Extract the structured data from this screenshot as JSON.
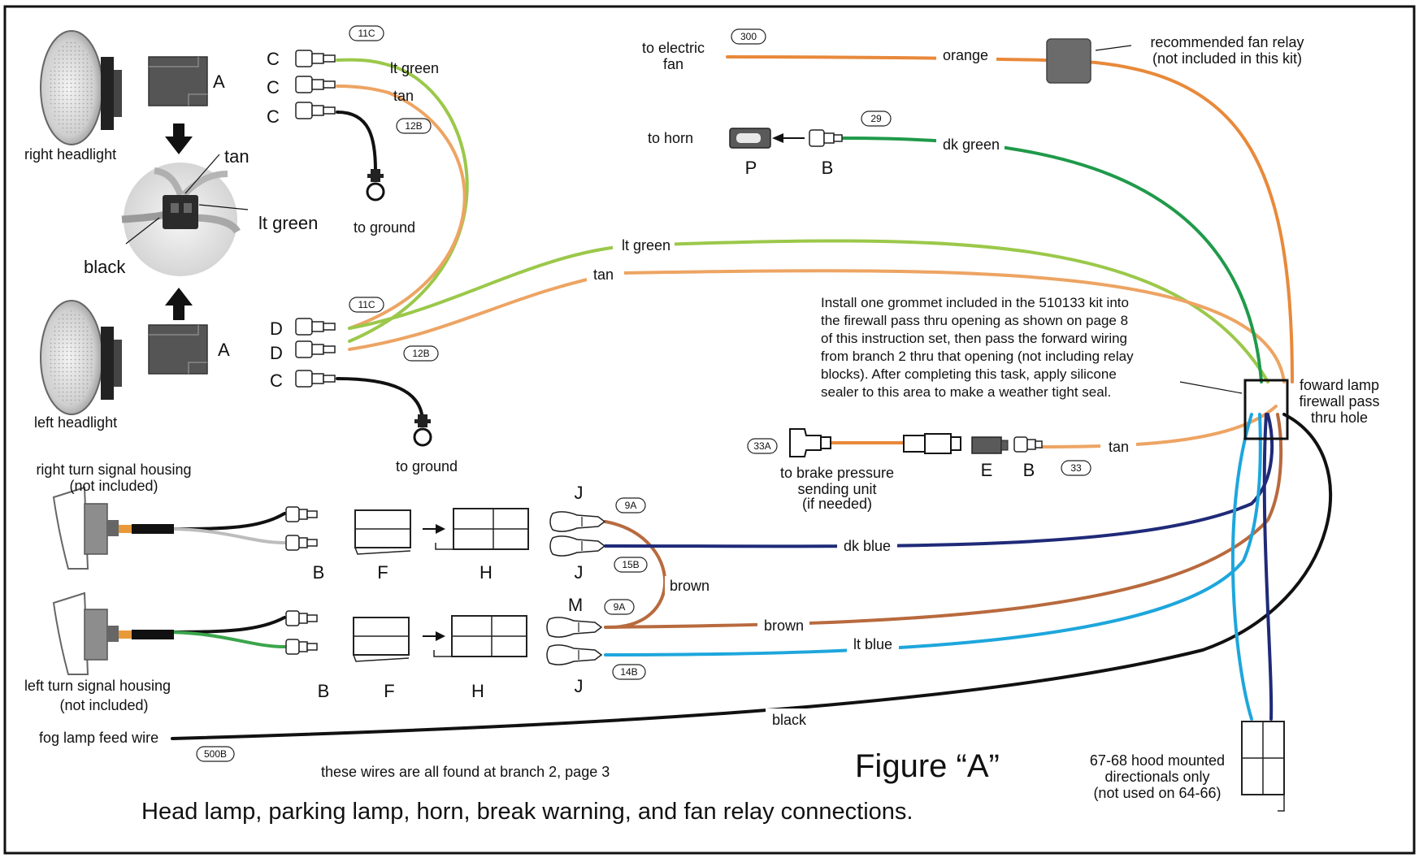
{
  "colors": {
    "lt_green": "#9bc84a",
    "tan": "#eda463",
    "orange": "#e8893a",
    "dk_green": "#1f9a4a",
    "dk_blue": "#1f2a78",
    "brown": "#b86a3e",
    "lt_blue": "#1ea6dc",
    "black": "#111111",
    "gray_wire": "#bdbdbd",
    "green_wire": "#3aa54a"
  },
  "headlights": {
    "right_label": "right headlight",
    "left_label": "left headlight",
    "connector_a_label": "A",
    "detail_tan": "tan",
    "detail_lt_green": "lt green",
    "detail_black": "black"
  },
  "top_group": {
    "row1": "C",
    "row2": "C",
    "row3": "C",
    "code_top": "11C",
    "code_mid": "12B",
    "lt_green": "lt green",
    "tan": "tan",
    "ground": "to ground"
  },
  "bottom_group": {
    "row1": "D",
    "row2": "D",
    "row3": "C",
    "code_top": "11C",
    "code_mid": "12B",
    "ground": "to ground"
  },
  "fan": {
    "label_line1": "to electric",
    "label_line2": "fan",
    "code": "300",
    "wire": "orange",
    "relay_line1": "recommended fan relay",
    "relay_line2": "(not included in this kit)"
  },
  "horn": {
    "label": "to horn",
    "code": "29",
    "wire": "dk green",
    "p_label": "P",
    "b_label": "B"
  },
  "main_wires": {
    "lt_green": "lt green",
    "tan": "tan"
  },
  "instructions": [
    "Install one grommet included in the 510133 kit into",
    "the firewall pass thru opening as shown on page 8",
    "of this instruction set, then pass the forward wiring",
    "from branch 2 thru that opening (not including relay",
    "blocks). After completing this task, apply silicone",
    "sealer to this area to make a weather tight seal."
  ],
  "firewall": {
    "line1": "foward lamp",
    "line2": "firewall pass",
    "line3": "thru hole"
  },
  "brake": {
    "code_left": "33A",
    "line1": "to brake pressure",
    "line2": "sending unit",
    "line3": "(if needed)",
    "e_label": "E",
    "b_label": "B",
    "code_right": "33",
    "wire": "tan"
  },
  "right_turn": {
    "line1": "right turn signal housing",
    "line2": "(not included)",
    "b": "B",
    "f": "F",
    "h": "H",
    "j_top": "J",
    "j_bottom": "J",
    "code_top": "9A",
    "code_bottom": "15B",
    "dk_blue": "dk blue",
    "brown": "brown"
  },
  "left_turn": {
    "line1": "left turn signal housing",
    "line2": "(not included)",
    "b": "B",
    "f": "F",
    "h": "H",
    "m": "M",
    "j": "J",
    "code_top": "9A",
    "code_bottom": "14B",
    "brown": "brown",
    "lt_blue": "lt blue"
  },
  "fog": {
    "label": "fog lamp feed wire",
    "code": "500B",
    "wire": "black"
  },
  "hood": {
    "line1": "67-68 hood mounted",
    "line2": "directionals only",
    "line3": "(not used on 64-66)"
  },
  "footer": {
    "branch_note": "these wires are all found at branch 2, page 3",
    "figure": "Figure “A”",
    "caption": "Head lamp, parking lamp, horn, break warning, and fan relay connections."
  }
}
